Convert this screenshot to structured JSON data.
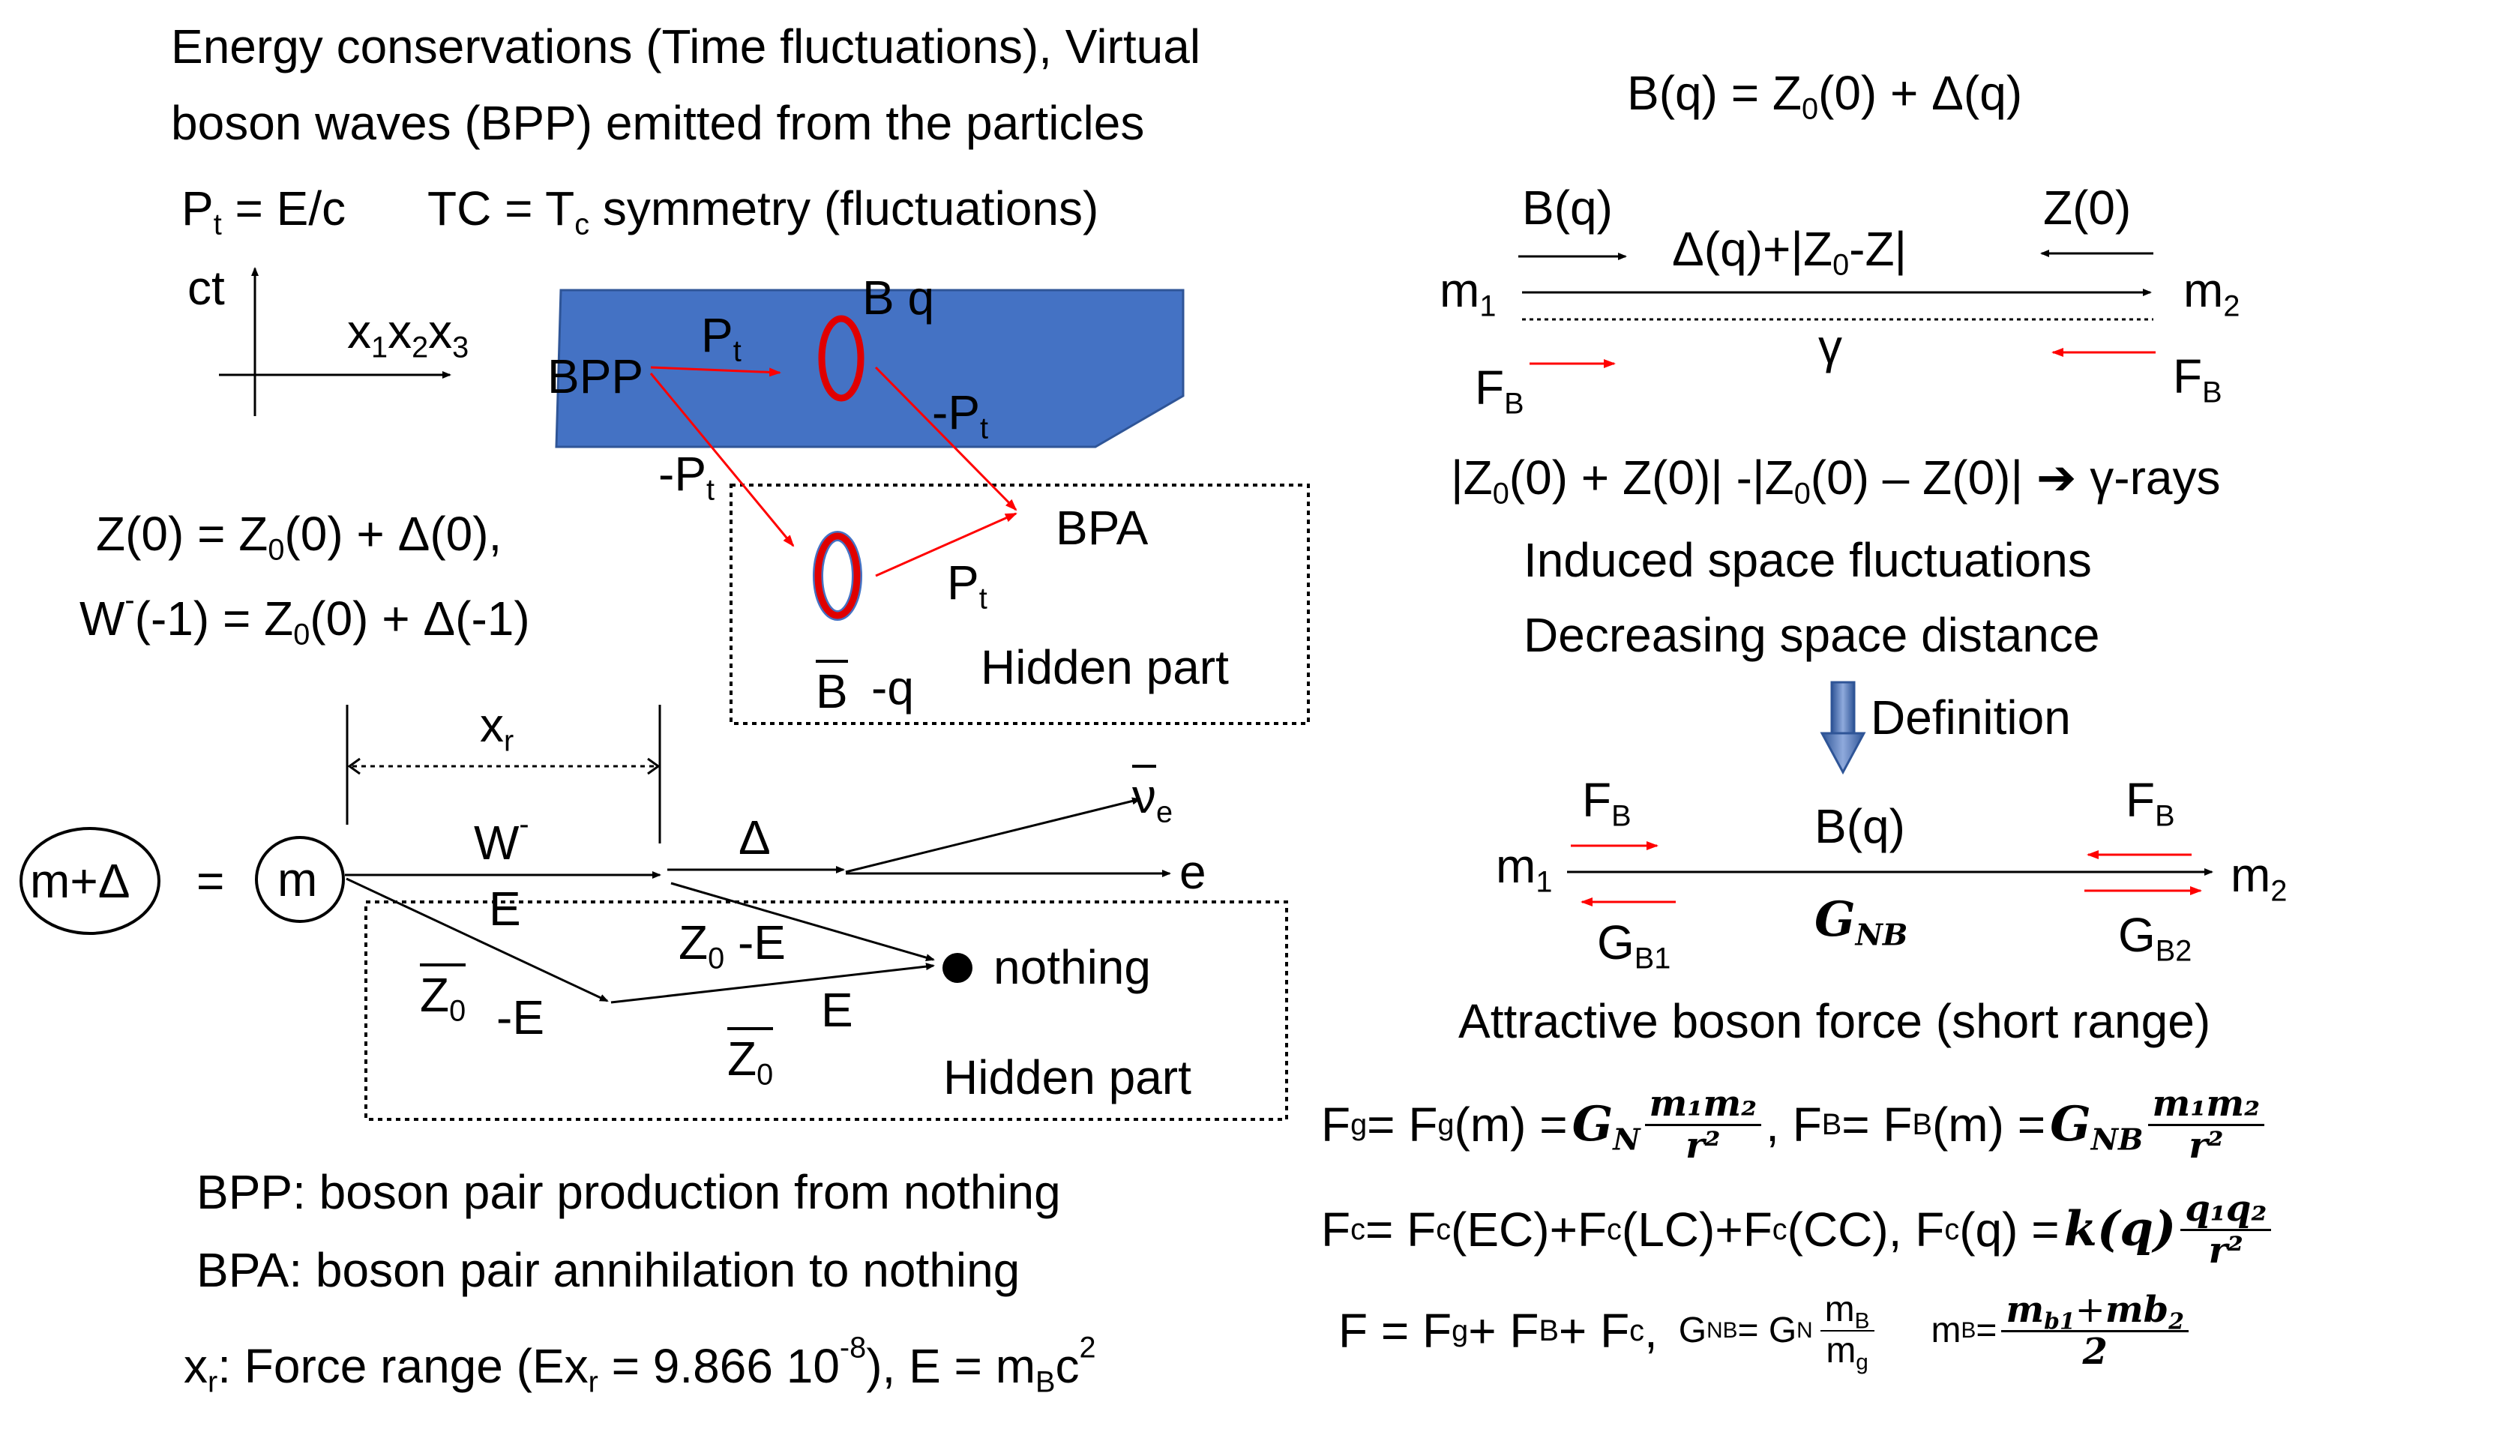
{
  "title_line1": "Energy conservations (Time fluctuations), Virtual",
  "title_line2": "boson waves (BPP) emitted from the particles",
  "pt_def": "P",
  "pt_def_sub": "t",
  "pt_def_rest": " = E/c",
  "tc_def": "TC = T",
  "tc_def_sub": "c",
  "tc_def_rest": " symmetry (fluctuations)",
  "axis": {
    "ct": "ct",
    "x": "x",
    "x1": "1",
    "x2": "2",
    "x3": "3"
  },
  "plane": {
    "bpp": "BPP",
    "bq": "B q",
    "pt": "P",
    "pt_sub": "t",
    "neg_pt": "-P",
    "neg_pt_sub": "t",
    "bpa": "BPA",
    "bbar": "B",
    "negq": "-q",
    "hidden": "Hidden part"
  },
  "z0_eq": {
    "a": "Z(0) = Z",
    "a_sub": "0",
    "b": "(0) + ",
    "delta": "Δ",
    "c": "(0),"
  },
  "w_eq": {
    "a": "W",
    "a_sup": "-",
    "b": "(-1) = Z",
    "b_sub": "0",
    "c": "(0) + ",
    "delta": "Δ",
    "d": "(-1)"
  },
  "decay": {
    "xr": "x",
    "xr_sub": "r",
    "m_delta": "m+Δ",
    "equals": "=",
    "m": "m",
    "w": "W",
    "w_sup": "-",
    "e1": "E",
    "delta": "Δ",
    "nu": "ν",
    "nu_sub": "e",
    "e_lepton": "e",
    "z0bar": "Z",
    "z0bar_sub": "0",
    "neg_e1": "-E",
    "z0e": "Z",
    "z0e_sub": "0",
    "z0e_rest": " -E",
    "e2": "E",
    "z0bar2": "Z",
    "z0bar2_sub": "0",
    "nothing": "nothing",
    "hidden": "Hidden part"
  },
  "defs": {
    "bpp": "BPP: boson pair production from nothing",
    "bpa": "BPA: boson pair annihilation to nothing",
    "xr_a": "x",
    "xr_a_sub": "r",
    "xr_b": ": Force range (Ex",
    "xr_b_sub": "r",
    "xr_c": " = 9.866 10",
    "xr_c_sup": "-8",
    "xr_d": "), E = m",
    "xr_d_sub": "B",
    "xr_e": "c",
    "xr_e_sup": "2"
  },
  "right": {
    "bq_eq": "B(q) = Z",
    "bq_eq_sub": "0",
    "bq_eq_b": "(0) + ",
    "delta": "Δ",
    "bq_eq_c": "(q)",
    "bq": "B(q)",
    "z0": "Z(0)",
    "mid": "Δ(q)+|Z",
    "mid_sub": "0",
    "mid_rest": "-Z|",
    "m1": "m",
    "m1_sub": "1",
    "m2": "m",
    "m2_sub": "2",
    "gamma": "γ",
    "fb": "F",
    "fb_sub": "B",
    "gray_a": "|Z",
    "gray_a_sub": "0",
    "gray_b": "(0) + Z(0)| -|Z",
    "gray_b_sub": "0",
    "gray_c": "(0) – Z(0)| ",
    "arrow": "➔",
    "gray_d": " γ-rays",
    "induced": "Induced space fluctuations",
    "decreasing": "Decreasing space distance",
    "definition": "Definition",
    "gnb": "G",
    "gnb_sub": "NB",
    "gb1": "G",
    "gb1_sub": "B1",
    "gb2": "G",
    "gb2_sub": "B2",
    "attractive": "Attractive boson force (short range)"
  },
  "formulas": {
    "fg": "F",
    "fg_sub": "g",
    "fg_b": " = F",
    "fg_b_sub": "g",
    "fg_c": " (m) = ",
    "gn": "G",
    "gn_sub": "N",
    "num": "m₁m₂",
    "den": "r²",
    "fbeq": " , F",
    "fbeq_sub": "B",
    "fbeq_b": " = F",
    "fbeq_b_sub": "B",
    "fbeq_c": "(m) = ",
    "gnb": "G",
    "gnb_sub": "NB",
    "fc": "F",
    "fc_sub": "c",
    "fc_b": "  =  F",
    "fc_b_sub": "c",
    "fc_c": "(EC)+F",
    "fc_c_sub": "c",
    "fc_d": "(LC)+F",
    "fc_d_sub": "c",
    "fc_e": "(CC), F",
    "fc_e_sub": "c",
    "fc_f": "(q) = ",
    "kq": "k(q)",
    "qnum": "q₁q₂",
    "qden": "r²",
    "f": "F = F",
    "f_sub": "g",
    "f_b": " + F",
    "f_b_sub": "B",
    "f_c": " + F",
    "f_c_sub": "c",
    "f_d": " ,",
    "gnbeq": "G",
    "gnbeq_sub": "NB",
    "gnbeq_b": " = G",
    "gnbeq_b_sub": "N",
    "mbnum": "m",
    "mbnum_sub": "B",
    "mgden": "m",
    "mgden_sub": "g",
    "mb": "m",
    "mb_sub": "B",
    "mb_eq": " = ",
    "mbavg_num": "m",
    "mbavg_num_sub": "b1",
    "mbavg_plus": "+",
    "mbavg_num2": "mb",
    "mbavg_num2_sub": "2",
    "mbavg_den": "2"
  },
  "colors": {
    "plane": "#4472c4",
    "plane_edge": "#2f5597",
    "red": "#ff0000",
    "ring": "#e00000",
    "ring_edge": "#4472c4",
    "arrow_blue": "#2f5597"
  }
}
